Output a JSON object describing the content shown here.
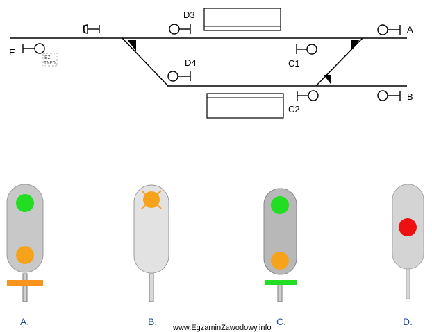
{
  "track_diagram": {
    "labels": {
      "D3": "D3",
      "D4": "D4",
      "E": "E",
      "A": "A",
      "B": "B",
      "C1": "C1",
      "C2": "C2"
    },
    "logo_text": "EZ INFO"
  },
  "answers": [
    {
      "label": "A.",
      "lamps": [
        "green",
        "orange"
      ],
      "bar_color": "#f7941d",
      "lamp_top_color": "#22dd22",
      "lamp_bottom_color": "#f7a21b"
    },
    {
      "label": "B.",
      "lamps": [
        "orange-flashing"
      ],
      "bar_color": "",
      "lamp_top_color": "#f7a21b"
    },
    {
      "label": "C.",
      "lamps": [
        "green",
        "orange"
      ],
      "bar_color": "#22dd22",
      "lamp_top_color": "#22dd22",
      "lamp_bottom_color": "#f7a21b"
    },
    {
      "label": "D.",
      "lamps": [
        "red"
      ],
      "bar_color": "",
      "lamp_top_color": "#ee1111"
    }
  ],
  "watermark": "www.EgzaminZawodowy.info"
}
